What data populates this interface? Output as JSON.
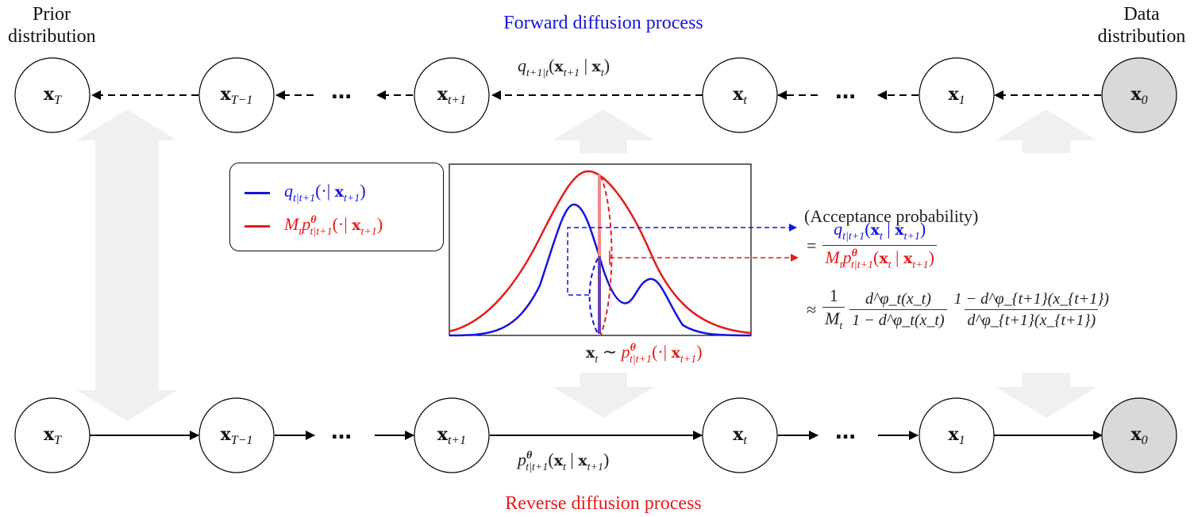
{
  "headings": {
    "prior": [
      "Prior",
      "distribution"
    ],
    "data": [
      "Data",
      "distribution"
    ],
    "forward": "Forward diffusion process",
    "reverse": "Reverse diffusion process"
  },
  "colors": {
    "forward_blue": "#1414e0",
    "reverse_red": "#e61a1a",
    "node_fill": "#ffffff",
    "data_node_fill": "#d9d9d9",
    "big_arrow": "#f0f0f0"
  },
  "forward_chain": {
    "nodes": [
      {
        "base": "x",
        "sub": "T"
      },
      {
        "base": "x",
        "sub": "T−1"
      },
      {
        "base": "x",
        "sub": "t+1"
      },
      {
        "base": "x",
        "sub": "t"
      },
      {
        "base": "x",
        "sub": "1"
      },
      {
        "base": "x",
        "sub": "0"
      }
    ],
    "ellipsis": "…",
    "edge_label": {
      "fn": "q",
      "sub": "t+1|t",
      "arg1": "x",
      "arg1_sub": "t+1",
      "arg2": "x",
      "arg2_sub": "t"
    },
    "edge_style": "dashed, right-to-left"
  },
  "reverse_chain": {
    "nodes": [
      {
        "base": "x",
        "sub": "T"
      },
      {
        "base": "x",
        "sub": "T−1"
      },
      {
        "base": "x",
        "sub": "t+1"
      },
      {
        "base": "x",
        "sub": "t"
      },
      {
        "base": "x",
        "sub": "1"
      },
      {
        "base": "x",
        "sub": "0"
      }
    ],
    "ellipsis": "…",
    "edge_label": {
      "fn": "p",
      "sup": "θ",
      "sub": "t|t+1",
      "arg1": "x",
      "arg1_sub": "t",
      "arg2": "x",
      "arg2_sub": "t+1"
    },
    "edge_style": "solid, left-to-right"
  },
  "legend": {
    "items": [
      {
        "color": "#1414e0",
        "fn": "q",
        "sub": "t|t+1",
        "prefix": "",
        "sup": "",
        "arg": "·",
        "cond": "x",
        "cond_sub": "t+1"
      },
      {
        "color": "#e61a1a",
        "fn": "p",
        "sub": "t|t+1",
        "prefix": "M",
        "prefix_sub": "t",
        "sup": "θ",
        "arg": "·",
        "cond": "x",
        "cond_sub": "t+1"
      }
    ]
  },
  "inset_plot": {
    "sample_label": {
      "lhs": "x",
      "lhs_sub": "t",
      "rel": "∼",
      "fn": "p",
      "sup": "θ",
      "sub": "t|t+1",
      "arg": "·",
      "cond": "x",
      "cond_sub": "t+1"
    }
  },
  "acceptance": {
    "title": "(Acceptance probability)",
    "eq1": {
      "rel": "=",
      "num": {
        "fn": "q",
        "sub": "t|t+1",
        "arg": "x",
        "arg_sub": "t",
        "cond": "x",
        "cond_sub": "t+1"
      },
      "den": {
        "prefix": "M",
        "prefix_sub": "t",
        "fn": "p",
        "sup": "θ",
        "sub": "t|t+1",
        "arg": "x",
        "arg_sub": "t",
        "cond": "x",
        "cond_sub": "t+1"
      }
    },
    "eq2": {
      "rel": "≈",
      "f1": {
        "num": "1",
        "den": "M",
        "den_sub": "t"
      },
      "f2": {
        "num": "d^φ_t(x_t)",
        "den": "1 − d^φ_t(x_t)"
      },
      "f3": {
        "num": "1 − d^φ_{t+1}(x_{t+1})",
        "den": "d^φ_{t+1}(x_{t+1})"
      }
    }
  },
  "chart_data": {
    "type": "line",
    "title": "",
    "xlabel": "x_t ~ p^θ_{t|t+1}(·|x_{t+1})",
    "ylabel": "",
    "grid": false,
    "legend_position": "left, outside",
    "series": [
      {
        "name": "q_{t|t+1}(·|x_{t+1})",
        "color": "#1414e0",
        "x": [
          0,
          0.1,
          0.2,
          0.3,
          0.35,
          0.4,
          0.45,
          0.5,
          0.55,
          0.6,
          0.65,
          0.7,
          0.75,
          0.8,
          0.9,
          1.0
        ],
        "y": [
          0,
          0.01,
          0.08,
          0.4,
          0.62,
          0.76,
          0.68,
          0.46,
          0.28,
          0.2,
          0.27,
          0.34,
          0.22,
          0.08,
          0.01,
          0
        ]
      },
      {
        "name": "M_t p^θ_{t|t+1}(·|x_{t+1})",
        "color": "#e61a1a",
        "x": [
          0,
          0.1,
          0.2,
          0.3,
          0.4,
          0.46,
          0.5,
          0.6,
          0.7,
          0.8,
          0.9,
          1.0
        ],
        "y": [
          0.04,
          0.13,
          0.35,
          0.68,
          0.95,
          1.0,
          0.98,
          0.83,
          0.56,
          0.27,
          0.09,
          0.03
        ]
      }
    ],
    "annotations": [
      "sample x_t at ≈0.5",
      "blue dashed: q value → numerator",
      "red dashed: M p value → denominator"
    ]
  }
}
